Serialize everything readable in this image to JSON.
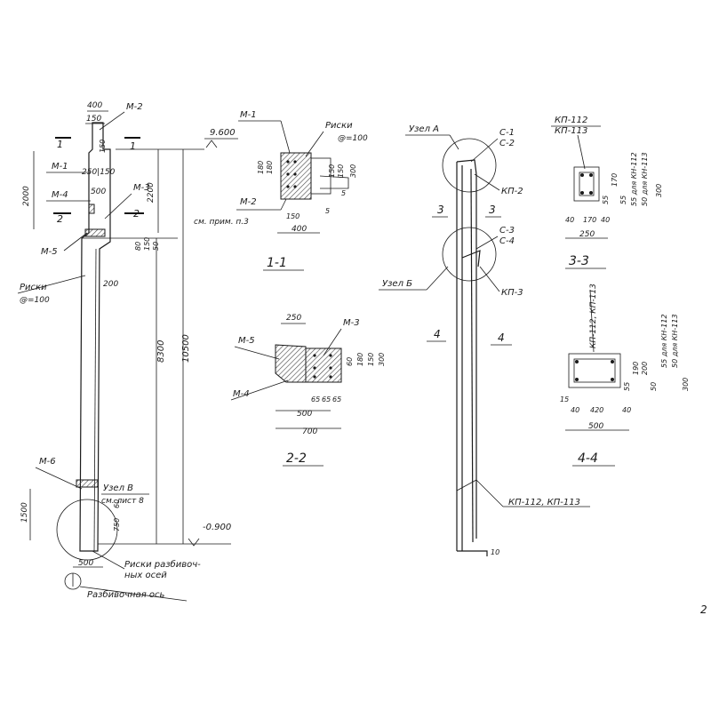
{
  "drawing": {
    "column": {
      "top_dim": "400",
      "dim_150a": "150",
      "dim_250_150": "250|150",
      "dim_500": "500",
      "dim_2000": "2000",
      "dim_2200": "2200",
      "dim_8300": "8300",
      "dim_10500": "10500",
      "dim_1500": "1500",
      "dim_250": "250",
      "dim_200": "200",
      "dim_50": "50",
      "dim_150b": "150",
      "dim_80": "80",
      "dim_150c": "150",
      "dim_750": "750",
      "dim_60": "60",
      "dim_base_500": "500",
      "level_top": "9.600",
      "level_bottom": "-0.900",
      "m2": "М-2",
      "m1": "М-1",
      "m4": "М-4",
      "m3": "М-3",
      "m5": "М-5",
      "m6": "М-6",
      "sec1": "1",
      "sec2": "2",
      "risk_label": "Риски",
      "risk_step": "@=100",
      "node_b": "Узел В",
      "node_b_ref": "см. лист 8",
      "risk_axes_1": "Риски разбивоч-",
      "risk_axes_2": "ных осей",
      "axis_label": "Разбивочная ось"
    },
    "section_1_1": {
      "title": "1-1",
      "m1": "М-1",
      "m2": "М-2",
      "note": "см. прим. п.3",
      "risk_label": "Риски",
      "risk_step": "@=100",
      "d180a": "180",
      "d180b": "180",
      "d150a": "150",
      "d150b": "150",
      "d150c": "150",
      "d5a": "5",
      "d5b": "5",
      "d300": "300",
      "d400": "400"
    },
    "section_2_2": {
      "title": "2-2",
      "d250": "250",
      "m3": "М-3",
      "m5": "М-5",
      "m4": "М-4",
      "d65a": "65",
      "d65b": "65",
      "d65c": "65",
      "d500": "500",
      "d700": "700",
      "d60": "60",
      "d150": "150",
      "d300": "300",
      "d180": "180"
    },
    "frame": {
      "node_a": "Узел А",
      "c1": "С-1",
      "c2": "С-2",
      "kp2": "КП-2",
      "sec3a": "3",
      "sec3b": "3",
      "c3": "С-3",
      "c4": "С-4",
      "node_b": "Узел Б",
      "kp3": "КП-3",
      "sec4a": "4",
      "sec4b": "4",
      "kp_label": "КП-112, КП-113",
      "d10": "10"
    },
    "section_3_3": {
      "title": "3-3",
      "kp112": "КП-112",
      "kp113": "КП-113",
      "d40a": "40",
      "d170": "170",
      "d40b": "40",
      "d250": "250",
      "d55": "55",
      "d170v": "170",
      "d55b": "55",
      "d300": "300",
      "note": "55 для КН-112",
      "note2": "50 для КН-113"
    },
    "section_4_4": {
      "title": "4-4",
      "kp": "КП-112, КП-113",
      "d15": "15",
      "d40a": "40",
      "d420": "420",
      "d40b": "40",
      "d500": "500",
      "d55": "55",
      "d190": "190",
      "d50": "50",
      "d300": "300",
      "note1": "55 для КН-112",
      "note2": "50 для КН-113",
      "d200": "200"
    },
    "page_mark": "2"
  }
}
